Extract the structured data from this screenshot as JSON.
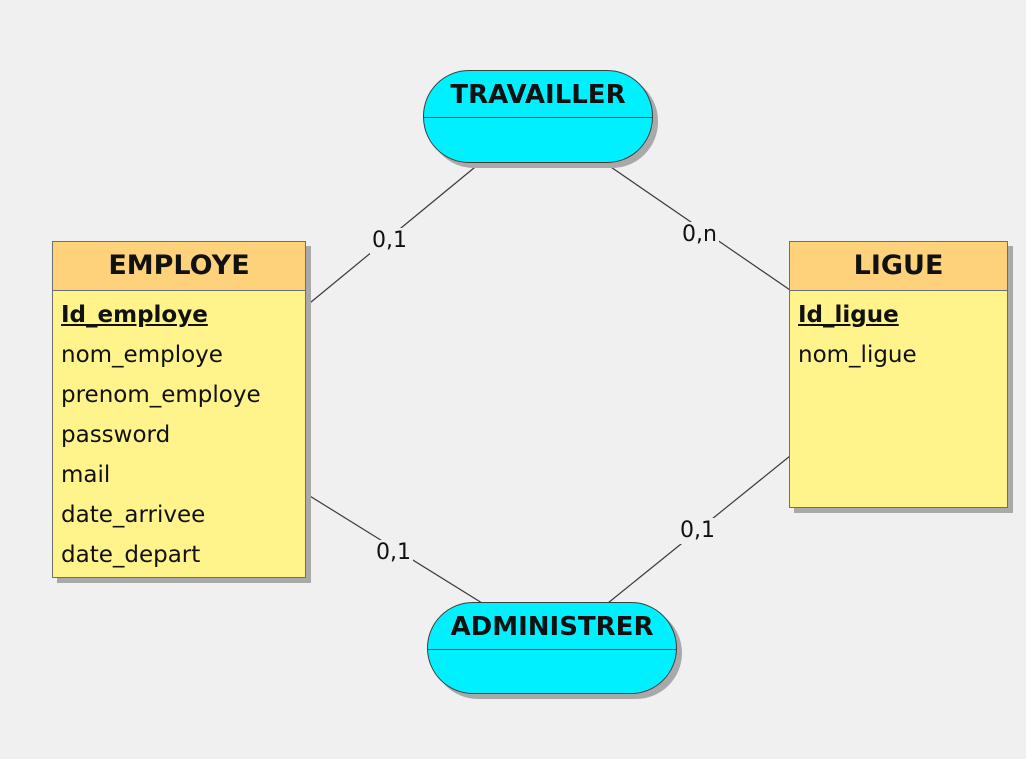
{
  "entities": {
    "employe": {
      "title": "EMPLOYE",
      "attributes": [
        {
          "name": "Id_employe",
          "key": true
        },
        {
          "name": "nom_employe",
          "key": false
        },
        {
          "name": "prenom_employe",
          "key": false
        },
        {
          "name": "password",
          "key": false
        },
        {
          "name": "mail",
          "key": false
        },
        {
          "name": "date_arrivee",
          "key": false
        },
        {
          "name": "date_depart",
          "key": false
        }
      ]
    },
    "ligue": {
      "title": "LIGUE",
      "attributes": [
        {
          "name": "Id_ligue",
          "key": true
        },
        {
          "name": "nom_ligue",
          "key": false
        }
      ]
    }
  },
  "associations": {
    "travailler": {
      "title": "TRAVAILLER"
    },
    "administrer": {
      "title": "ADMINISTRER"
    }
  },
  "cardinalities": {
    "employe_travailler": "0,1",
    "travailler_ligue": "0,n",
    "employe_administrer": "0,1",
    "ligue_administrer": "0,1"
  },
  "colors": {
    "entity_header": "#fdd27a",
    "entity_body": "#fff48c",
    "association_fill": "#00f0ff",
    "background": "#f0f0f0"
  }
}
